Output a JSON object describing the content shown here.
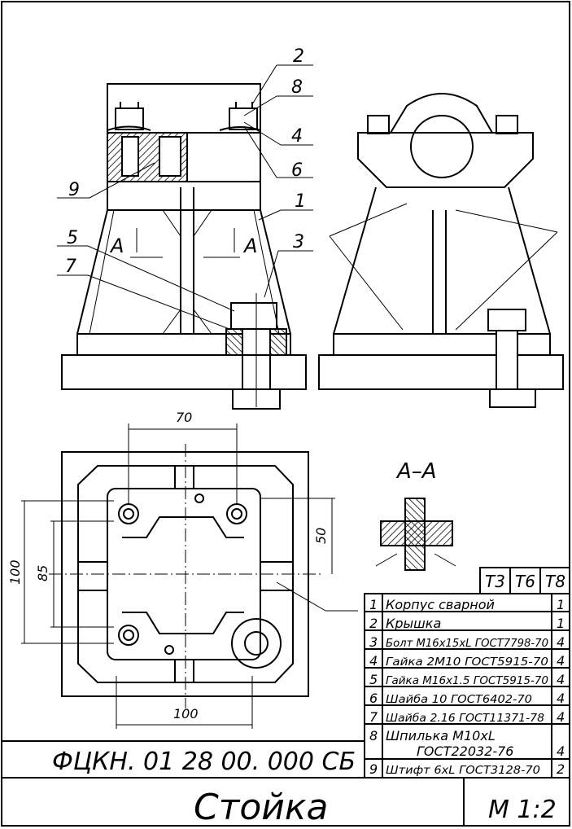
{
  "drawing": {
    "designation": "ФЦКН. 01 28 00. 000 СБ",
    "title": "Стойка",
    "scale": "М 1:2"
  },
  "section": {
    "label": "А–А",
    "cut_mark": "А"
  },
  "dimensions": {
    "d70": "70",
    "d50": "50",
    "d100_left": "100",
    "d85": "85",
    "d100_bottom": "100"
  },
  "callouts": [
    "1",
    "2",
    "3",
    "4",
    "5",
    "6",
    "7",
    "8",
    "9"
  ],
  "bom": {
    "headers": [
      "Т3",
      "Т6",
      "Т8"
    ],
    "rows": [
      {
        "pos": "1",
        "name": "Корпус сварной",
        "qty": "1"
      },
      {
        "pos": "2",
        "name": "Крышка",
        "qty": "1"
      },
      {
        "pos": "3",
        "name": "Болт М16х15хL ГОСТ7798-70",
        "qty": "4"
      },
      {
        "pos": "4",
        "name": "Гайка 2М10 ГОСТ5915-70",
        "qty": "4"
      },
      {
        "pos": "5",
        "name": "Гайка М16х1.5 ГОСТ5915-70",
        "qty": "4"
      },
      {
        "pos": "6",
        "name": "Шайба 10 ГОСТ6402-70",
        "qty": "4"
      },
      {
        "pos": "7",
        "name": "Шайба 2.16 ГОСТ11371-78",
        "qty": "4"
      },
      {
        "pos": "8",
        "name": "Шпилька М10хL",
        "qty": ""
      },
      {
        "pos": "",
        "name": "ГОСТ22032-76",
        "qty": "4"
      },
      {
        "pos": "9",
        "name": "Штифт 6хL ГОСТ3128-70",
        "qty": "2"
      }
    ]
  }
}
